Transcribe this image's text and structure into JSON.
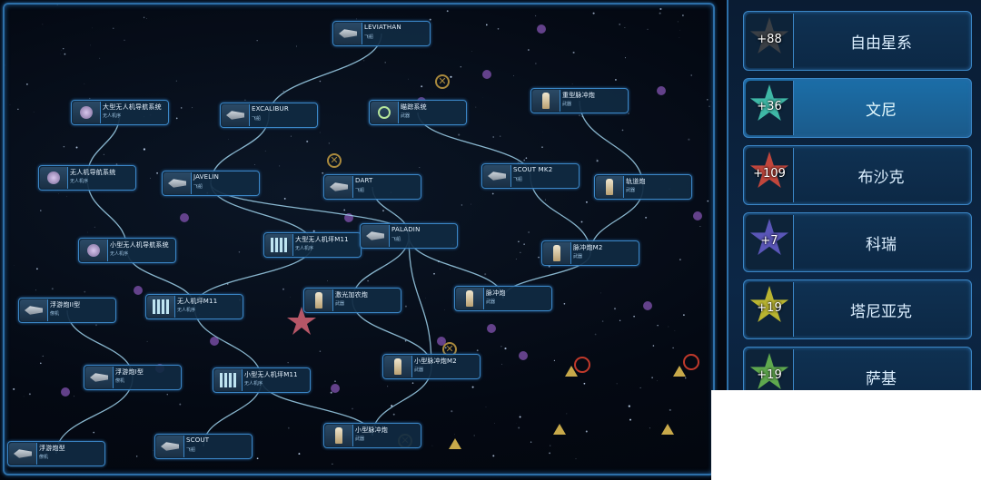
{
  "tree": {
    "nodes": [
      {
        "id": "leviathan",
        "name": "LEVIATHAN",
        "type": "飞船",
        "icon": "ship-icon"
      },
      {
        "id": "large-drone-nav",
        "name": "大型无人机导航系统",
        "type": "无人机序",
        "icon": "drone-icon"
      },
      {
        "id": "excalibur",
        "name": "EXCALIBUR",
        "type": "飞船",
        "icon": "ship-icon"
      },
      {
        "id": "tracking",
        "name": "瞄踪系统",
        "type": "武器",
        "icon": "target-icon"
      },
      {
        "id": "heavy-pulse",
        "name": "重型脉冲炮",
        "type": "武器",
        "icon": "weapon-icon"
      },
      {
        "id": "drone-nav",
        "name": "无人机导航系统",
        "type": "无人机序",
        "icon": "drone-icon"
      },
      {
        "id": "javelin",
        "name": "JAVELIN",
        "type": "飞船",
        "icon": "ship-icon"
      },
      {
        "id": "dart",
        "name": "DART",
        "type": "飞船",
        "icon": "ship-icon"
      },
      {
        "id": "scout-mk2",
        "name": "SCOUT MK2",
        "type": "飞船",
        "icon": "ship-icon"
      },
      {
        "id": "railgun",
        "name": "轨道炮",
        "type": "武器",
        "icon": "weapon-icon"
      },
      {
        "id": "small-drone-nav",
        "name": "小型无人机导航系统",
        "type": "无人机序",
        "icon": "drone-icon"
      },
      {
        "id": "large-drone-bay",
        "name": "大型无人机坪M11",
        "type": "无人机序",
        "icon": "fighter-icon"
      },
      {
        "id": "paladin",
        "name": "PALADIN",
        "type": "飞船",
        "icon": "ship-icon"
      },
      {
        "id": "pulse-m2",
        "name": "脉冲炮M2",
        "type": "武器",
        "icon": "weapon-icon"
      },
      {
        "id": "buoy-2",
        "name": "浮游炮II型",
        "type": "僚机",
        "icon": "ship-icon"
      },
      {
        "id": "drone-bay",
        "name": "无人机坪M11",
        "type": "无人机序",
        "icon": "fighter-icon"
      },
      {
        "id": "laser-accel",
        "name": "激光加农炮",
        "type": "武器",
        "icon": "weapon-icon"
      },
      {
        "id": "pulse",
        "name": "脉冲炮",
        "type": "武器",
        "icon": "weapon-icon"
      },
      {
        "id": "buoy-1",
        "name": "浮游炮I型",
        "type": "僚机",
        "icon": "ship-icon"
      },
      {
        "id": "small-drone-bay",
        "name": "小型无人机坪M11",
        "type": "无人机序",
        "icon": "fighter-icon"
      },
      {
        "id": "small-pulse-m2",
        "name": "小型脉冲炮M2",
        "type": "武器",
        "icon": "weapon-icon"
      },
      {
        "id": "buoy",
        "name": "浮游炮型",
        "type": "僚机",
        "icon": "ship-icon"
      },
      {
        "id": "scout",
        "name": "SCOUT",
        "type": "飞船",
        "icon": "ship-icon"
      },
      {
        "id": "small-pulse",
        "name": "小型脉冲炮",
        "type": "武器",
        "icon": "weapon-icon"
      }
    ]
  },
  "factions": [
    {
      "name": "自由星系",
      "value": "+88",
      "star_color": "#3a3f45",
      "active": false
    },
    {
      "name": "文尼",
      "value": "+36",
      "star_color": "#3fb8a6",
      "active": true
    },
    {
      "name": "布沙克",
      "value": "+109",
      "star_color": "#c0463c",
      "active": false
    },
    {
      "name": "科瑞",
      "value": "+7",
      "star_color": "#5a56b8",
      "active": false
    },
    {
      "name": "塔尼亚克",
      "value": "+19",
      "star_color": "#b9b431",
      "active": false
    },
    {
      "name": "萨基",
      "value": "+19",
      "star_color": "#5fa84e",
      "active": false
    }
  ],
  "colors": {
    "link": "#9fd2ec",
    "frame": "#2d6fa8",
    "node_bg": "#102a42"
  }
}
